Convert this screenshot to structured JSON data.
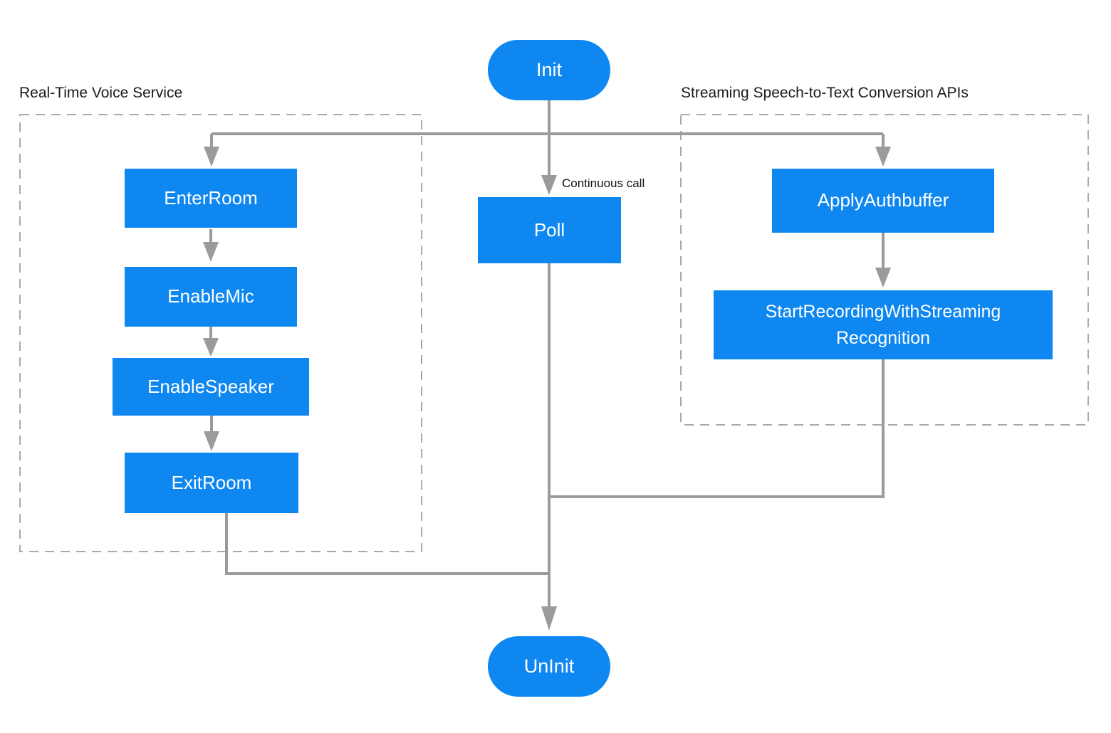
{
  "diagram": {
    "groups": {
      "voice": {
        "title": "Real-Time Voice Service"
      },
      "stt": {
        "title": "Streaming Speech-to-Text Conversion APIs"
      }
    },
    "nodes": {
      "init": {
        "label": "Init"
      },
      "enter_room": {
        "label": "EnterRoom"
      },
      "enable_mic": {
        "label": "EnableMic"
      },
      "enable_speaker": {
        "label": "EnableSpeaker"
      },
      "exit_room": {
        "label": "ExitRoom"
      },
      "poll": {
        "label": "Poll"
      },
      "apply_authbuffer": {
        "label": "ApplyAuthbuffer"
      },
      "start_recording": {
        "label": "StartRecordingWithStreamingRecognition",
        "label_line1": "StartRecordingWithStreaming",
        "label_line2": "Recognition"
      },
      "uninit": {
        "label": "UnInit"
      }
    },
    "annotations": {
      "poll_edge_label": "Continuous call"
    },
    "edges": [
      {
        "from": "Init",
        "to": "EnterRoom"
      },
      {
        "from": "Init",
        "to": "Poll",
        "label": "Continuous call"
      },
      {
        "from": "Init",
        "to": "ApplyAuthbuffer"
      },
      {
        "from": "EnterRoom",
        "to": "EnableMic"
      },
      {
        "from": "EnableMic",
        "to": "EnableSpeaker"
      },
      {
        "from": "EnableSpeaker",
        "to": "ExitRoom"
      },
      {
        "from": "ApplyAuthbuffer",
        "to": "StartRecordingWithStreamingRecognition"
      },
      {
        "from": "ExitRoom",
        "to": "UnInit"
      },
      {
        "from": "Poll",
        "to": "UnInit"
      },
      {
        "from": "StartRecordingWithStreamingRecognition",
        "to": "UnInit"
      }
    ],
    "colors": {
      "node_fill": "#0e87f0",
      "node_text": "#ffffff",
      "line": "#9b9b9b",
      "dashed_border": "#a9a9a9",
      "title_text": "#1b1b1b",
      "background": "#ffffff"
    }
  }
}
